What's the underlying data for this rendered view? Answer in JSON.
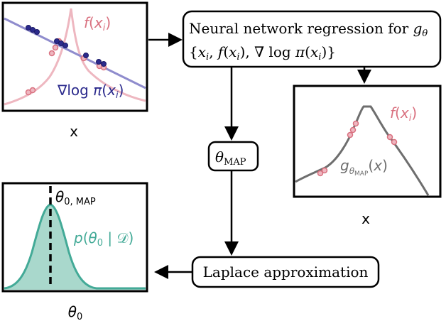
{
  "colors": {
    "pink": "#d9707f",
    "pink_light": "#eeb7c0",
    "navy": "#2b2a8c",
    "lavender": "#8f8ccd",
    "teal": "#43aa97",
    "teal_fill": "#a9d8cc",
    "gray": "#6e6e6e",
    "black": "#000000"
  },
  "panel_top_left": {
    "f_label": "f(xi)",
    "grad_label": "∇log π(xi)",
    "x_axis_label": "x"
  },
  "regression_box": {
    "line1": "Neural network regression for gθ",
    "line2": "{xi, f(xi), ∇ log π(xi)}"
  },
  "panel_right": {
    "f_label": "f(xi)",
    "g_label": "gθMAP(x)",
    "x_axis_label": "x"
  },
  "theta_map_box": {
    "label": "θMAP"
  },
  "panel_bottom_left": {
    "theta_map_label": "θ0, MAP",
    "posterior_label": "p(θ0 | 𝒟)",
    "x_axis_label": "θ0"
  },
  "laplace_box": {
    "label": "Laplace approximation"
  }
}
